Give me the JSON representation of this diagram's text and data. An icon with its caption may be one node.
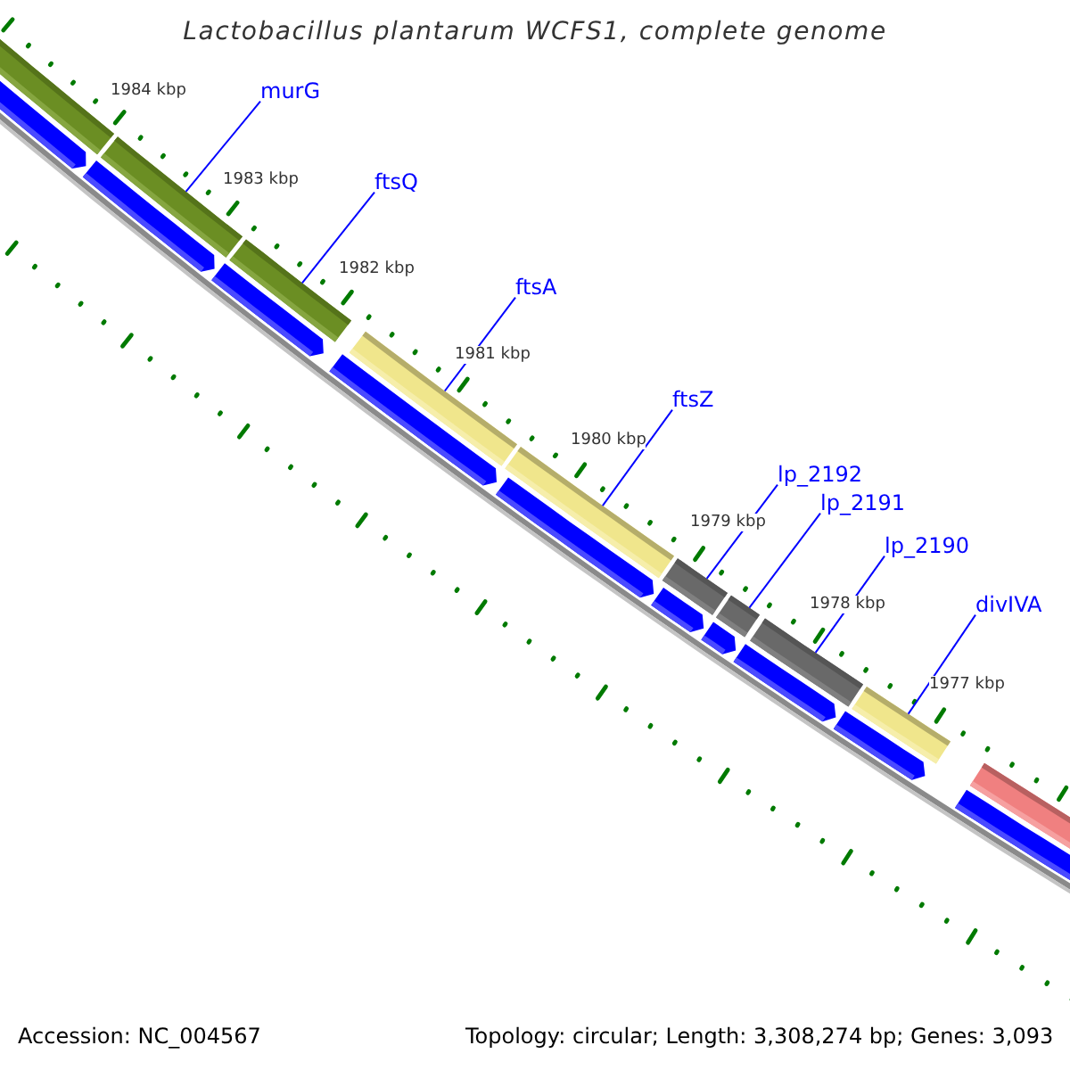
{
  "diagram": {
    "title": "Lactobacillus plantarum WCFS1, complete genome",
    "nodes": [
      {
        "text": [
          "murG"
        ]
      },
      {
        "text": [
          "ftsQ"
        ]
      },
      {
        "text": [
          "ftsA"
        ]
      },
      {
        "text": [
          "ftsZ"
        ]
      },
      {
        "text": [
          "lp_2192"
        ]
      },
      {
        "text": [
          "lp_2191"
        ]
      },
      {
        "text": [
          "lp_2190"
        ]
      },
      {
        "text": [
          "divIVA"
        ]
      },
      {
        "text": [],
        "shape": "bar"
      },
      {
        "text": [],
        "shape": "bar"
      },
      {
        "text": [],
        "shape": "bar"
      },
      {
        "text": [],
        "shape": "bar"
      },
      {
        "text": [],
        "shape": "bar"
      },
      {
        "text": [],
        "shape": "bar"
      },
      {
        "text": [],
        "shape": "bar"
      },
      {
        "text": [],
        "shape": "bar"
      },
      {
        "text": [],
        "shape": "bar"
      },
      {
        "text": [],
        "shape": "bar"
      }
    ],
    "edges": [
      {
        "from": 0,
        "to": 9,
        "arrow": "none"
      },
      {
        "from": 1,
        "to": 10,
        "arrow": "none"
      },
      {
        "from": 2,
        "to": 11,
        "arrow": "none"
      },
      {
        "from": 3,
        "to": 12,
        "arrow": "none"
      },
      {
        "from": 4,
        "to": 13,
        "arrow": "none"
      },
      {
        "from": 5,
        "to": 14,
        "arrow": "none"
      },
      {
        "from": 6,
        "to": 15,
        "arrow": "none"
      },
      {
        "from": 7,
        "to": 16,
        "arrow": "none"
      }
    ],
    "labels": [
      "1984 kbp",
      "1983 kbp",
      "1982 kbp",
      "1981 kbp",
      "1980 kbp",
      "1979 kbp",
      "1978 kbp",
      "1977 kbp",
      "Accession: NC_004567",
      "Topology: circular; Length: 3,308,274 bp; Genes: 3,093"
    ]
  }
}
